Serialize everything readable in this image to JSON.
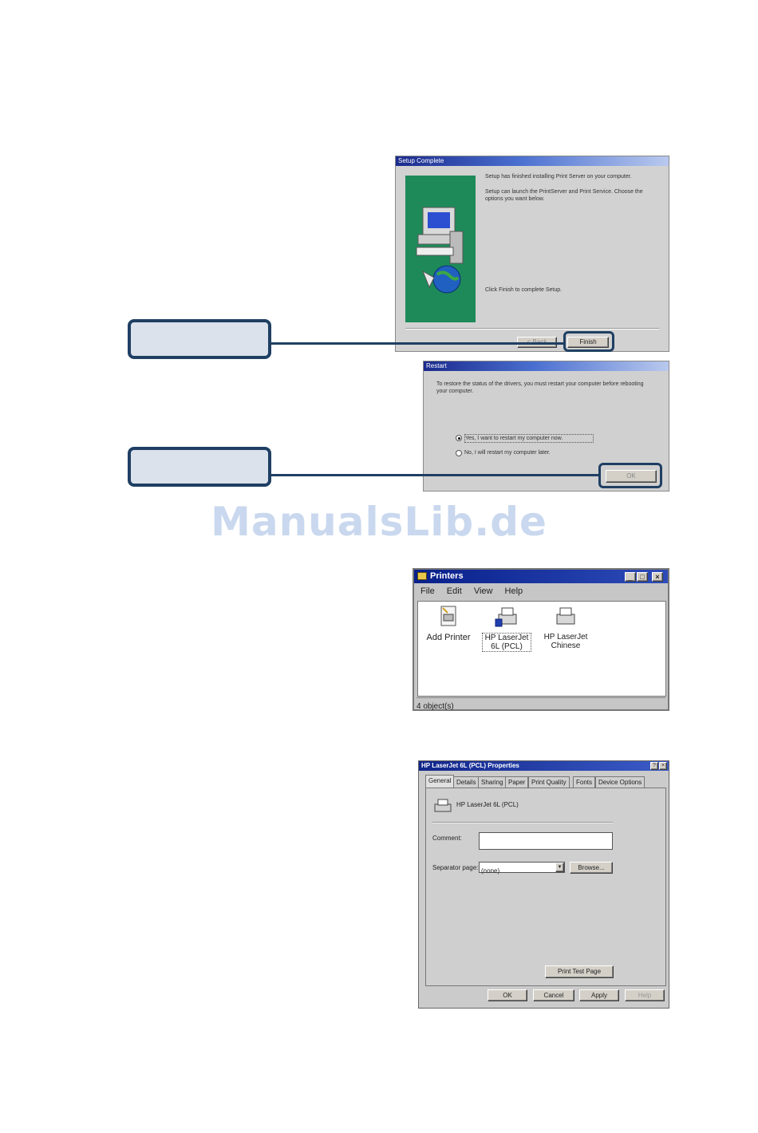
{
  "watermark": "ManualsLib.de",
  "setup_dialog": {
    "title": "Setup Complete",
    "line1": "Setup has finished installing Print Server on your computer.",
    "line2": "Setup can launch the PrintServer and Print Service. Choose the options you want below.",
    "bottom": "Click Finish to complete Setup.",
    "back_label": "< Back",
    "finish_label": "Finish"
  },
  "restart_dialog": {
    "title": "Restart",
    "message": "To restore the status of the drivers, you must restart your computer before rebooting your computer.",
    "option1": "Yes, I want to restart my computer now.",
    "option2": "No, I will restart my computer later.",
    "ok_label": "OK"
  },
  "printers_window": {
    "title": "Printers",
    "menu": [
      "File",
      "Edit",
      "View",
      "Help"
    ],
    "icons": [
      {
        "label": "Add Printer",
        "icon": "add-printer-icon"
      },
      {
        "label": "HP LaserJet 6L (PCL)",
        "icon": "printer-icon"
      },
      {
        "label": "HP LaserJet Chinese",
        "icon": "printer-icon"
      }
    ],
    "status": "4 object(s)"
  },
  "properties_dialog": {
    "title": "HP LaserJet 6L (PCL) Properties",
    "tabs": [
      "General",
      "Details",
      "Sharing",
      "Paper",
      "Print Quality",
      "Fonts",
      "Device Options"
    ],
    "printer_name": "HP LaserJet 6L (PCL)",
    "comment_label": "Comment:",
    "comment_value": "",
    "separator_label": "Separator page:",
    "separator_value": "(none)",
    "browse_label": "Browse...",
    "print_test_label": "Print Test Page",
    "ok_label": "OK",
    "cancel_label": "Cancel",
    "apply_label": "Apply",
    "help_label": "Help"
  }
}
